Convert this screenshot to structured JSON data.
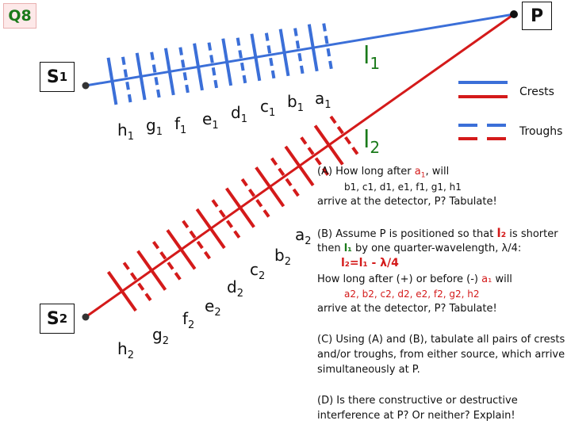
{
  "question": "Q8",
  "detector": "P",
  "sources": {
    "s1": "S",
    "s1_sub": "1",
    "s2": "S",
    "s2_sub": "2"
  },
  "paths": {
    "l1": "l",
    "l1_sub": "1",
    "l2": "l",
    "l2_sub": "2"
  },
  "labels1": [
    {
      "t": "h",
      "s": "1"
    },
    {
      "t": "g",
      "s": "1"
    },
    {
      "t": "f",
      "s": "1"
    },
    {
      "t": "e",
      "s": "1"
    },
    {
      "t": "d",
      "s": "1"
    },
    {
      "t": "c",
      "s": "1"
    },
    {
      "t": "b",
      "s": "1"
    },
    {
      "t": "a",
      "s": "1"
    }
  ],
  "labels2": [
    {
      "t": "h",
      "s": "2"
    },
    {
      "t": "g",
      "s": "2"
    },
    {
      "t": "f",
      "s": "2"
    },
    {
      "t": "e",
      "s": "2"
    },
    {
      "t": "d",
      "s": "2"
    },
    {
      "t": "c",
      "s": "2"
    },
    {
      "t": "b",
      "s": "2"
    },
    {
      "t": "a",
      "s": "2"
    }
  ],
  "legend": {
    "crests": "Crests",
    "troughs": "Troughs"
  },
  "colors": {
    "blue": "#3b6fd8",
    "red": "#d41a1a",
    "green": "#1a7a1a"
  },
  "text": {
    "a_line1": "(A) How long after",
    "a_line1b": "a",
    "a_line1c": "1",
    "a_line1d": ", will",
    "a_line2": "b1, c1, d1, e1, f1, g1, h1",
    "a_line3": "arrive at the detector, P? Tabulate!",
    "b_line1a": "(B) Assume P is positioned so that",
    "b_line1b": "l₂",
    "b_line1c": "is shorter",
    "b_line2a": "then",
    "b_line2b": "l₁",
    "b_line2c": "by one quarter-wavelength, λ/4:",
    "b_line3": "l₂=l₁ - λ/4",
    "b_line4a": "How long after (+) or before (-)",
    "b_line4b": "a₁",
    "b_line4c": "will",
    "b_line5": "a2, b2, c2, d2, e2, f2, g2, h2",
    "b_line6": "arrive at the detector, P? Tabulate!",
    "c_line1": "(C) Using (A) and (B), tabulate all pairs of crests",
    "c_line2": "and/or troughs, from either source, which arrive",
    "c_line3": "simultaneously at P.",
    "d_line1": "(D) Is there constructive or destructive",
    "d_line2": "interference at P? Or neither? Explain!"
  }
}
